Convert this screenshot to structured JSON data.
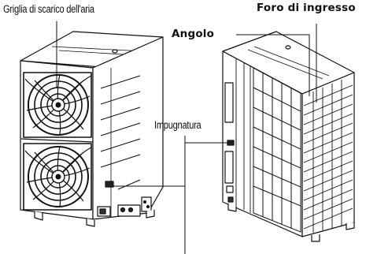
{
  "labels": {
    "air_discharge_grille": "Griglia di scarico dell'aria",
    "inlet_hole": "Foro di ingresso",
    "corner": "Angolo",
    "handle": "Impugnatura"
  }
}
